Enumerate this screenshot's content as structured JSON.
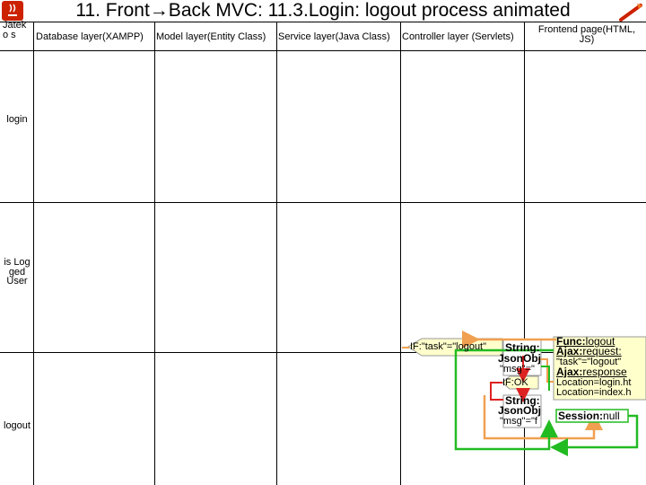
{
  "title": "11. Front→Back MVC: 11.3.Login: logout process animated",
  "columns": {
    "corner": "Jatek o s",
    "database": "Database layer(XAMPP)",
    "model": "Model layer(Entity Class)",
    "service": "Service layer(Java Class)",
    "controller": "Controller layer (Servlets)",
    "frontend": "Frontend page(HTML, JS)"
  },
  "rows": [
    "login",
    "is Log ged User",
    "logout"
  ],
  "controller_flow": {
    "if_condition": "IF:\"task\"=\"logout\"",
    "string_label_1": "String:",
    "json_label_1": "JsonObj",
    "msg_1": "\"msg\"=\"",
    "if_ok": "IF:OK",
    "string_label_2": "String:",
    "json_label_2": "JsonObj",
    "msg_2": "\"msg\"=\"f"
  },
  "frontend_flow": {
    "func_prefix": "Func:",
    "func_name": "logout",
    "ajax_request_label": "Ajax:",
    "ajax_request_value": "request:",
    "task_param": "\"task\"=\"logout\"",
    "ajax_response_label": "Ajax:",
    "ajax_response_value": "response",
    "location_login": "Location=login.ht",
    "location_index": "Location=index.h",
    "session_label": "Session:",
    "session_value": "null"
  },
  "colors": {
    "grid": "#000000",
    "flow_orange": "#f0a050",
    "flow_green": "#22bb22",
    "flow_red": "#dd2222",
    "box_fill": "#ffffcc",
    "logo_red": "#cc2200"
  }
}
